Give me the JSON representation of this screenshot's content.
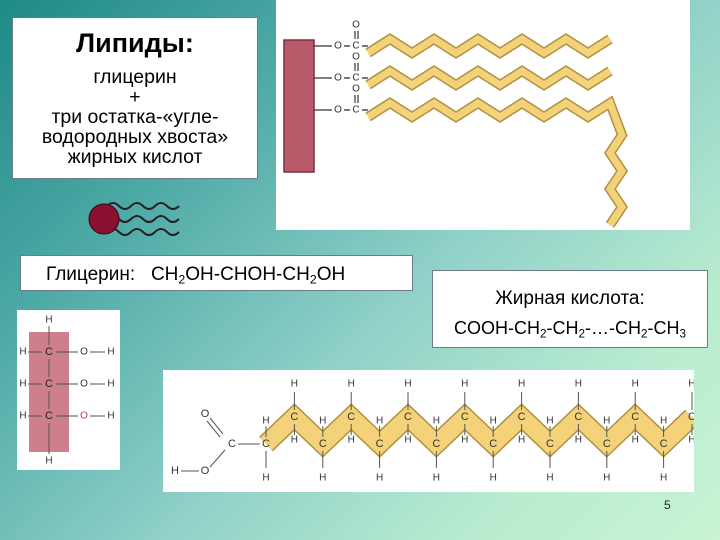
{
  "title_box": {
    "title": "Липиды:",
    "line1": "глицерин",
    "line2": "+",
    "line3": "три остатка-«угле-",
    "line4": "водородных хвоста»",
    "line5": "жирных кислот"
  },
  "glycerol_formula": {
    "label": "Глицерин:",
    "p1": "CH",
    "s1": "2",
    "p2": "OH-CHOH-CH",
    "s2": "2",
    "p3": "OH"
  },
  "fatty_acid": {
    "label": "Жирная кислота:",
    "p1": "COOH-CH",
    "s1": "2",
    "p2": "-CH",
    "s2": "2",
    "p3": "-…-CH",
    "s3": "2",
    "p4": "-CH",
    "s4": "3"
  },
  "atoms": {
    "C": "C",
    "O": "O",
    "H": "H"
  },
  "slide_number": "5",
  "colors": {
    "glycerol_backbone": "#b85a6a",
    "chain_fill": "#f3d27a",
    "chain_stroke": "#b09040",
    "head_circle": "#8a1030",
    "accent_oxygen": "#c03060"
  }
}
